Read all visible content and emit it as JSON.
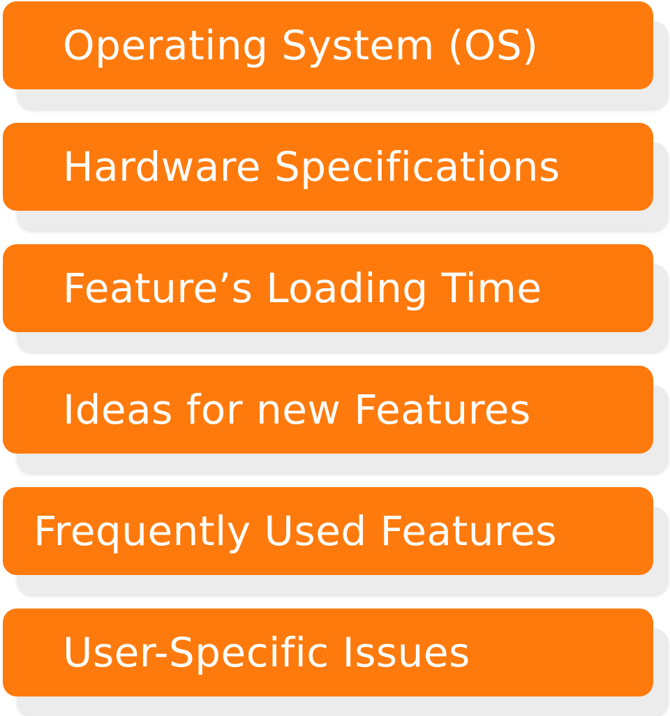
{
  "colors": {
    "card_fill": "#ff7a0c",
    "card_text": "#ffffff",
    "shadow": "#ececec"
  },
  "items": [
    {
      "label": "Operating System (OS)"
    },
    {
      "label": "Hardware Specifications"
    },
    {
      "label": "Feature’s Loading Time"
    },
    {
      "label": "Ideas for new Features"
    },
    {
      "label": "Frequently Used Features"
    },
    {
      "label": "User-Specific Issues"
    }
  ]
}
